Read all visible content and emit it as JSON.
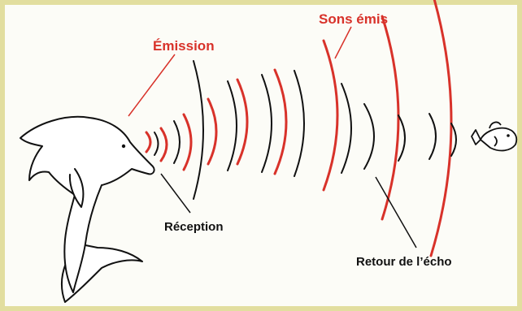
{
  "diagram": {
    "labels": {
      "emission": "Émission",
      "sons_emis": "Sons émis",
      "reception": "Réception",
      "retour_echo": "Retour de l’écho"
    },
    "colors": {
      "emitted_wave": "#d8322a",
      "echo_wave": "#111111",
      "background": "#fcfcf7",
      "border": "#e2de9f"
    },
    "icons": [
      "dolphin-illustration",
      "fish-illustration"
    ]
  }
}
